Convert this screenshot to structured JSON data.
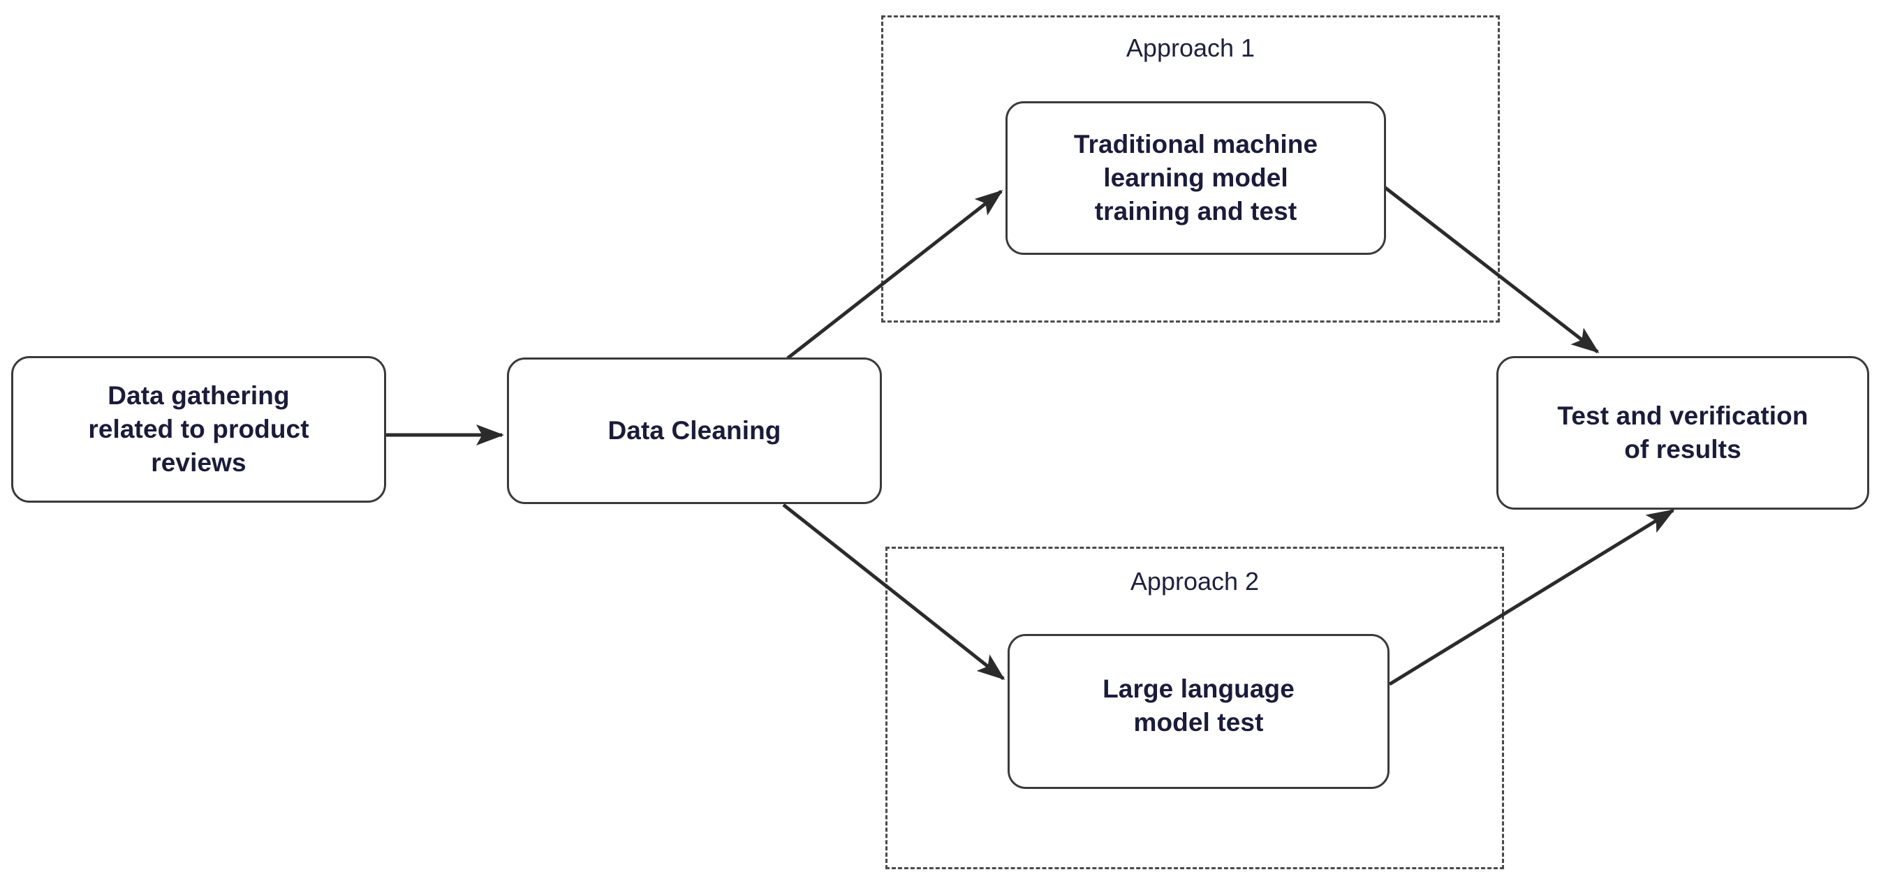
{
  "diagram": {
    "title": "Product review sentiment analysis methodology flowchart",
    "type": "flowchart",
    "background_color": "#ffffff",
    "node_border_color": "#3a3a3a",
    "group_border_color": "#4a4a4a",
    "text_color": "#1b1b3a",
    "arrow_color": "#2b2b2b"
  },
  "nodes": {
    "data_gathering": {
      "label": "Data gathering\nrelated to product\nreviews",
      "shape": "rounded-rectangle"
    },
    "data_cleaning": {
      "label": "Data Cleaning",
      "shape": "rounded-rectangle"
    },
    "traditional_ml": {
      "label": "Traditional machine\nlearning model\ntraining and test",
      "shape": "rounded-rectangle"
    },
    "large_language_model": {
      "label": "Large language\nmodel test",
      "shape": "rounded-rectangle"
    },
    "test_verification": {
      "label": "Test and verification\nof results",
      "shape": "rounded-rectangle"
    }
  },
  "groups": {
    "approach_1": {
      "title": "Approach 1",
      "border_style": "dashed"
    },
    "approach_2": {
      "title": "Approach 2",
      "border_style": "dashed"
    }
  },
  "edges": [
    {
      "from": "data_gathering",
      "to": "data_cleaning",
      "style": "straight-arrow"
    },
    {
      "from": "data_cleaning",
      "to": "traditional_ml",
      "style": "diagonal-arrow-up"
    },
    {
      "from": "data_cleaning",
      "to": "large_language_model",
      "style": "diagonal-arrow-down"
    },
    {
      "from": "traditional_ml",
      "to": "test_verification",
      "style": "diagonal-arrow-down"
    },
    {
      "from": "large_language_model",
      "to": "test_verification",
      "style": "diagonal-arrow-up"
    }
  ]
}
